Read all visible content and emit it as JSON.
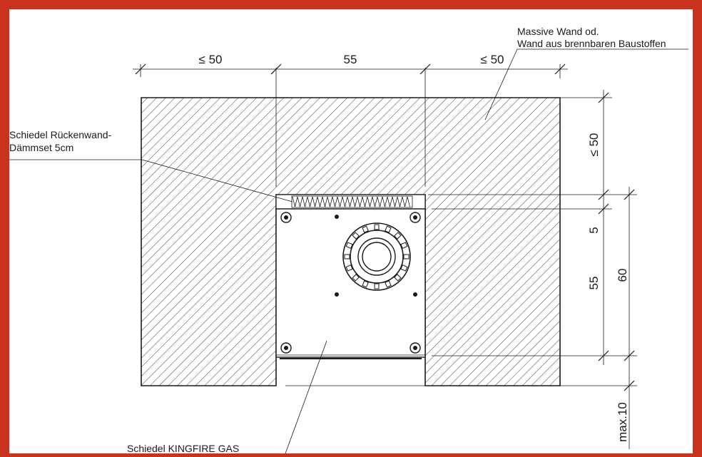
{
  "diagram": {
    "frame_color": "#c8321e",
    "background_color": "#ffffff",
    "labels": {
      "wall_line1": "Massive Wand od.",
      "wall_line2": "Wand aus brennbaren Baustoffen",
      "insulation_line1": "Schiedel Rückenwand-",
      "insulation_line2": "Dämmset 5cm",
      "product": "Schiedel KINGFIRE GAS"
    },
    "dimensions": {
      "top_left": "≤ 50",
      "top_middle": "55",
      "top_right": "≤ 50",
      "right_upper": "≤ 50",
      "right_five": "5",
      "right_fiftyfive": "55",
      "right_sixty": "60",
      "right_bottom": "max.10"
    }
  }
}
